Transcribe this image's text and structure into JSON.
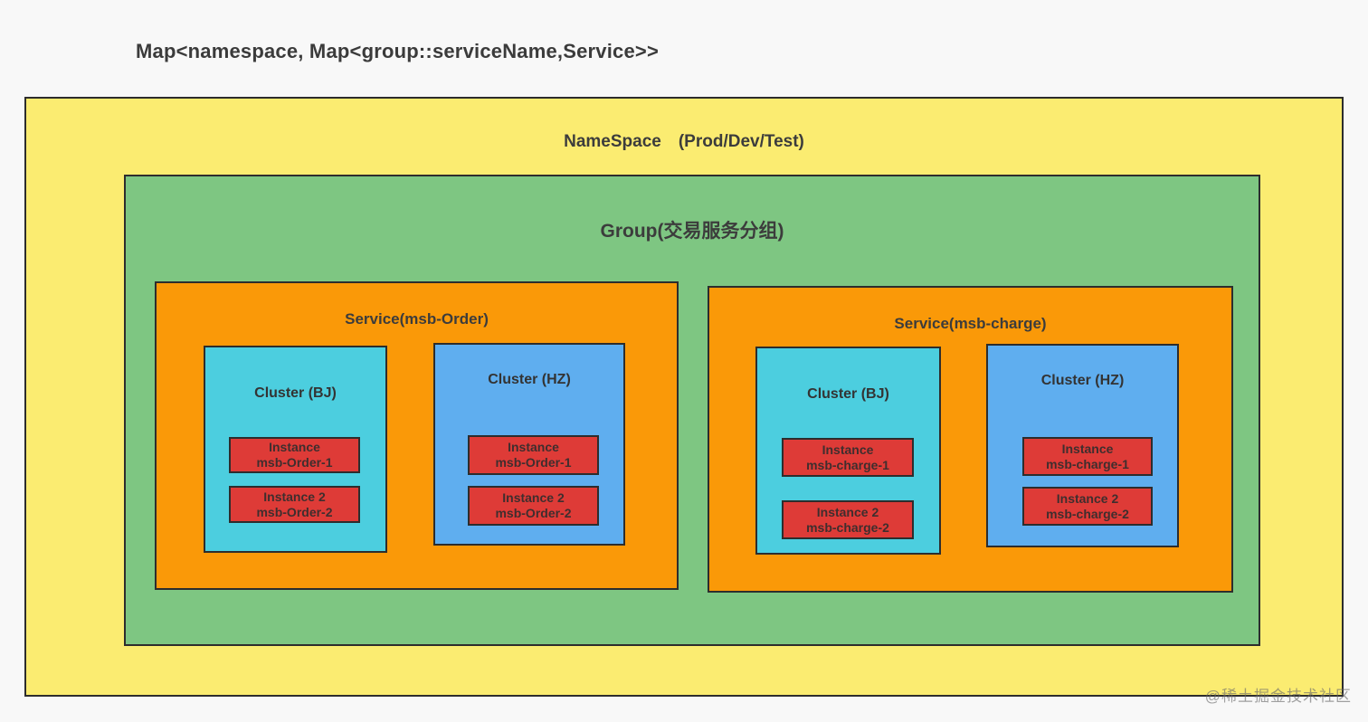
{
  "page": {
    "title": "Map<namespace, Map<group::serviceName,Service>>",
    "watermark": "@稀土掘金技术社区"
  },
  "colors": {
    "page_background": "#f8f8f8",
    "namespace_yellow": "#fbec71",
    "group_green": "#7ec682",
    "service_orange": "#fa9908",
    "cluster_bj_cyan": "#4ccedf",
    "cluster_hz_blue": "#5faeef",
    "instance_red": "#de3b37",
    "border_dark": "#2d2d2d",
    "text_dark": "#3c3c3c"
  },
  "diagram": {
    "namespace_label": "NameSpace　(Prod/Dev/Test)",
    "group_label": "Group(交易服务分组)",
    "services": [
      {
        "label": "Service(msb-Order)",
        "clusters": [
          {
            "label": "Cluster (BJ)",
            "instances": [
              {
                "line1": "Instance",
                "line2": "msb-Order-1"
              },
              {
                "line1": "Instance 2",
                "line2": "msb-Order-2"
              }
            ]
          },
          {
            "label": "Cluster (HZ)",
            "instances": [
              {
                "line1": "Instance",
                "line2": "msb-Order-1"
              },
              {
                "line1": "Instance 2",
                "line2": "msb-Order-2"
              }
            ]
          }
        ]
      },
      {
        "label": "Service(msb-charge)",
        "clusters": [
          {
            "label": "Cluster (BJ)",
            "instances": [
              {
                "line1": "Instance",
                "line2": "msb-charge-1"
              },
              {
                "line1": "Instance 2",
                "line2": "msb-charge-2"
              }
            ]
          },
          {
            "label": "Cluster (HZ)",
            "instances": [
              {
                "line1": "Instance",
                "line2": "msb-charge-1"
              },
              {
                "line1": "Instance 2",
                "line2": "msb-charge-2"
              }
            ]
          }
        ]
      }
    ]
  }
}
